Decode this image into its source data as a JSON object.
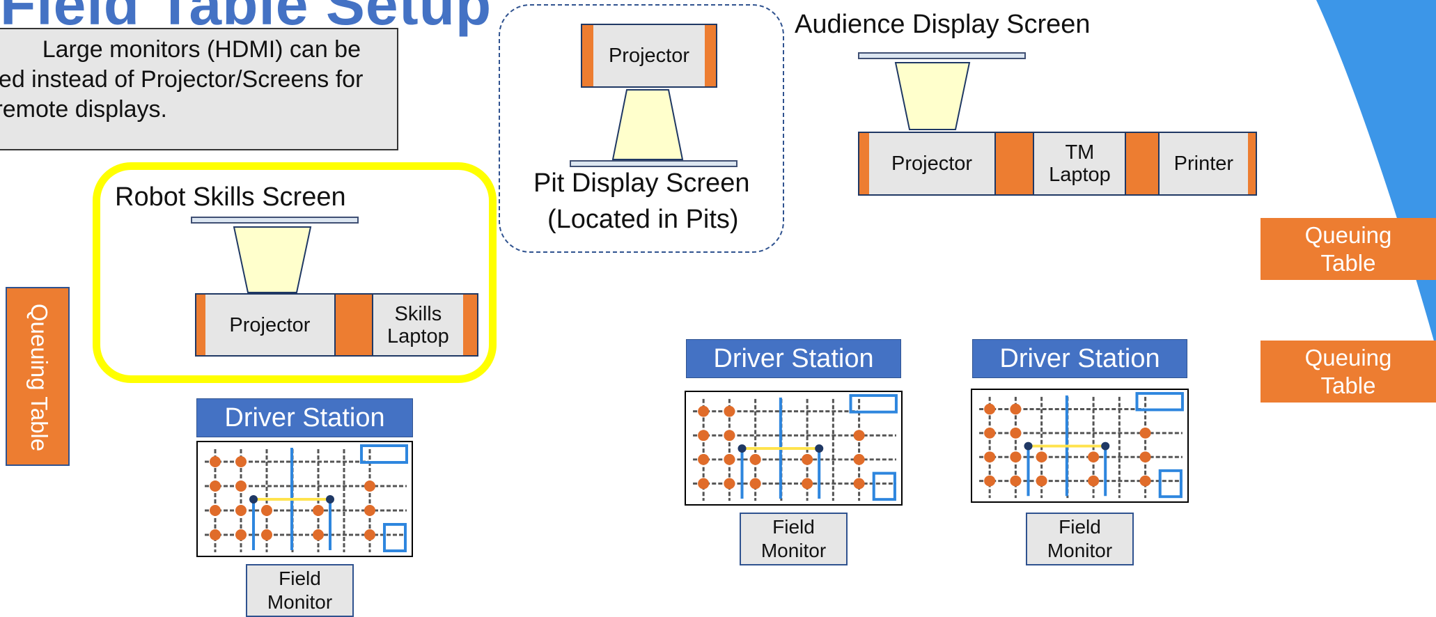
{
  "page_title": "Field Table Setup",
  "note": {
    "lines": [
      "Large monitors (HDMI) can be",
      "used instead of Projector/Screens for",
      "remote displays."
    ]
  },
  "robot_skills": {
    "screen_label": "Robot Skills Screen",
    "projector": "Projector",
    "laptop": "Skills Laptop"
  },
  "pit": {
    "projector": "Projector",
    "screen_label_line1": "Pit Display Screen",
    "screen_label_line2": "(Located in Pits)"
  },
  "audience": {
    "screen_label": "Audience Display Screen",
    "projector": "Projector",
    "tm_laptop": "TM Laptop",
    "printer": "Printer"
  },
  "queuing_table_label": "Queuing Table",
  "stations": [
    {
      "driver": "Driver Station",
      "monitor": "Field Monitor"
    },
    {
      "driver": "Driver Station",
      "monitor": "Field Monitor"
    },
    {
      "driver": "Driver Station",
      "monitor": "Field Monitor"
    }
  ],
  "colors": {
    "accent_blue": "#4472C4",
    "table_orange": "#ED7D31",
    "highlight_yellow": "#FFFF00",
    "beam_yellow": "#FFFFCC",
    "arc_blue": "#3C96E8"
  }
}
